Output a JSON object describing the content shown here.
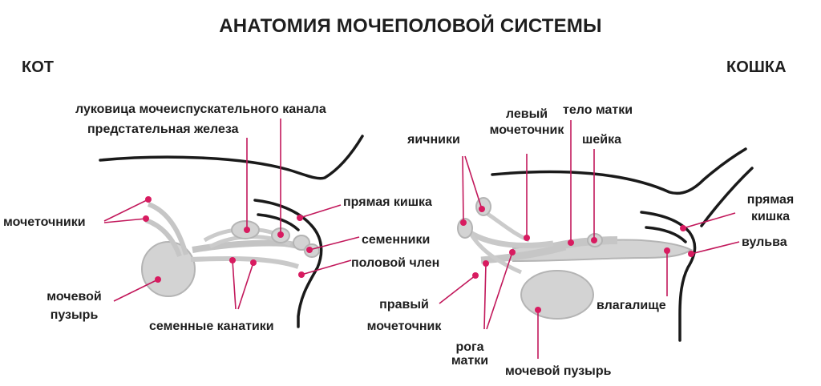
{
  "title": "АНАТОМИЯ МОЧЕПОЛОВОЙ СИСТЕМЫ",
  "male": {
    "heading": "КОТ",
    "labels": {
      "bulb": "луковица мочеиспускательного канала",
      "prostate": "предстательная железа",
      "ureters": "мочеточники",
      "rectum": "прямая кишка",
      "testes": "семенники",
      "penis": "половой член",
      "bladder_l1": "мочевой",
      "bladder_l2": "пузырь",
      "spermatic_cords": "семенные канатики"
    }
  },
  "female": {
    "heading": "КОШКА",
    "labels": {
      "ovaries": "яичники",
      "left_ureter_l1": "левый",
      "left_ureter_l2": "мочеточник",
      "uterus_body": "тело матки",
      "cervix": "шейка",
      "rectum_l1": "прямая",
      "rectum_l2": "кишка",
      "vulva": "вульва",
      "right_ureter_l1": "правый",
      "right_ureter_l2": "мочеточник",
      "vagina": "влагалище",
      "uterine_horns_l1": "рога",
      "uterine_horns_l2": "матки",
      "bladder": "мочевой пузырь"
    }
  },
  "colors": {
    "text": "#1e1e1e",
    "outline": "#1a1a1a",
    "organ_fill": "#d3d3d3",
    "organ_stroke": "#b4b4b4",
    "pointer": "#c2185b",
    "marker": "#d81b60"
  }
}
